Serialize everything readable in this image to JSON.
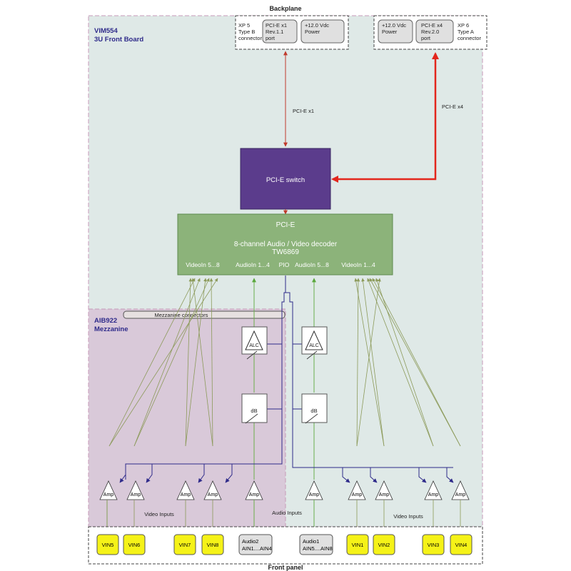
{
  "backplane": {
    "title": "Backplane"
  },
  "front_panel": {
    "title": "Front panel"
  },
  "board": {
    "name": "VIM554",
    "subtitle": "3U Front Board"
  },
  "mezzanine": {
    "name": "AIB922",
    "subtitle": "Mezzanine",
    "connectors_label": "Mezzanine connectors"
  },
  "xp5": {
    "line1": "XP 5",
    "line2": "Type B",
    "line3": "connector",
    "pcie": {
      "line1": "PCI-E x1",
      "line2": "Rev.1.1",
      "line3": "port"
    },
    "power": {
      "line1": "+12.0 Vdc",
      "line2": "Power"
    }
  },
  "xp6": {
    "line1": "XP 6",
    "line2": "Type A",
    "line3": "connector",
    "pcie": {
      "line1": "PCI-E x4",
      "line2": "Rev.2.0",
      "line3": "port"
    },
    "power": {
      "line1": "+12.0 Vdc",
      "line2": "Power"
    }
  },
  "links": {
    "pcie_x1": "PCI-E x1",
    "pcie_x4": "PCI-E x4"
  },
  "switch": {
    "label": "PCI-E switch"
  },
  "decoder": {
    "bus": "PCI-E",
    "title": "8-channel Audio / Video decoder",
    "chip": "TW6869",
    "ports": {
      "video_5_8": "VideoIn 5...8",
      "audio_1_4": "AudioIn 1...4",
      "pio": "PIO",
      "audio_5_8": "AudioIn 5...8",
      "video_1_4": "VideoIn 1...4"
    }
  },
  "alc_label": "ALC",
  "db_label": "dB",
  "amp_label": "Amp",
  "labels": {
    "video_inputs": "Video Inputs",
    "audio_inputs": "Audio Inputs"
  },
  "inputs": {
    "vin5": "VIN5",
    "vin6": "VIN6",
    "vin7": "VIN7",
    "vin8": "VIN8",
    "audio2": {
      "line1": "Audio2",
      "line2": "AIN1....AIN4"
    },
    "audio1": {
      "line1": "Audio1",
      "line2": "AIN5....AIN8"
    },
    "vin1": "VIN1",
    "vin2": "VIN2",
    "vin3": "VIN3",
    "vin4": "VIN4"
  },
  "colors": {
    "board_fill": "#dfe9e7",
    "mezz_fill": "#d9c9d9",
    "switch": "#5b3c8c",
    "decoder": "#8cb37a",
    "video_line": "#8c9a5a",
    "audio_line": "#6ab04c",
    "control_line": "#2e2a8a",
    "pcie_line": "#c0392b",
    "pcie_x4_line": "#e3261c",
    "input_yellow": "#f5f218",
    "input_grey": "#e0e0e0"
  }
}
